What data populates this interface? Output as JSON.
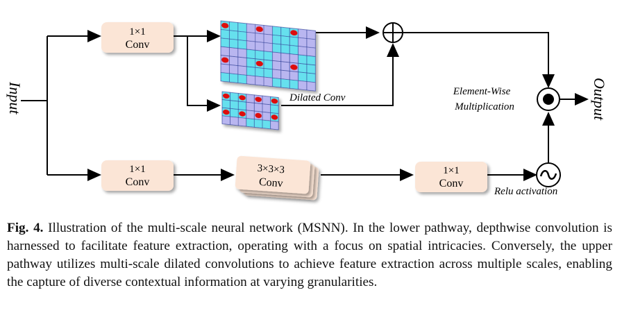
{
  "diagram": {
    "input_label": "Input",
    "output_label": "Output",
    "conv_top": {
      "line1": "1×1",
      "line2": "Conv"
    },
    "conv_bottom_left": {
      "line1": "1×1",
      "line2": "Conv"
    },
    "conv_depthwise": {
      "line1": "3×3×3",
      "line2": "Conv"
    },
    "conv_bottom_right": {
      "line1": "1×1",
      "line2": "Conv"
    },
    "dilated_label": "Dilated Conv",
    "elementwise_label_1": "Element-Wise",
    "elementwise_label_2": "Multiplication",
    "relu_label": "Relu activation",
    "colors": {
      "conv_fill": "#fbe5d6",
      "grid_cyan": "#66e0ee",
      "grid_lavender": "#b9b6f0",
      "dot_red": "#dd1111",
      "line": "#000000"
    }
  },
  "caption": {
    "fig_label": "Fig. 4.",
    "text": " Illustration of the multi-scale neural network (MSNN). In the lower pathway, depthwise convolution is harnessed to facilitate feature extraction, operating with a focus on spatial intricacies. Conversely, the upper pathway utilizes multi-scale dilated convolutions to achieve feature extraction across multiple scales, enabling the capture of diverse contextual information at varying granularities."
  }
}
